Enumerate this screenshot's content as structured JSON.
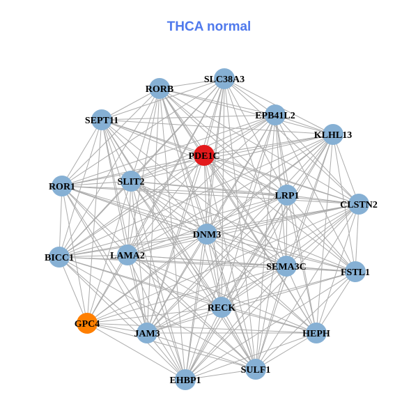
{
  "title": "THCA normal",
  "colors": {
    "title": "#4F79EC",
    "node_default": "#86B0D4",
    "node_red": "#E31A1C",
    "node_orange": "#FF7F00",
    "edge": "#ABABAB"
  },
  "nodes": [
    {
      "label": "SLC38A3",
      "color": "default"
    },
    {
      "label": "RORB",
      "color": "default"
    },
    {
      "label": "EPB41L2",
      "color": "default"
    },
    {
      "label": "SEPT11",
      "color": "default"
    },
    {
      "label": "KLHL13",
      "color": "default"
    },
    {
      "label": "PDE1C",
      "color": "red"
    },
    {
      "label": "SLIT2",
      "color": "default"
    },
    {
      "label": "ROR1",
      "color": "default"
    },
    {
      "label": "LRP1",
      "color": "default"
    },
    {
      "label": "CLSTN2",
      "color": "default"
    },
    {
      "label": "DNM3",
      "color": "default"
    },
    {
      "label": "LAMA2",
      "color": "default"
    },
    {
      "label": "BICC1",
      "color": "default"
    },
    {
      "label": "SEMA3C",
      "color": "default"
    },
    {
      "label": "FSTL1",
      "color": "default"
    },
    {
      "label": "RECK",
      "color": "default"
    },
    {
      "label": "GPC4",
      "color": "orange"
    },
    {
      "label": "JAM3",
      "color": "default"
    },
    {
      "label": "HEPH",
      "color": "default"
    },
    {
      "label": "SULF1",
      "color": "default"
    },
    {
      "label": "EHBP1",
      "color": "default"
    }
  ],
  "edges": {
    "0": [
      1,
      2,
      3,
      4,
      5,
      6,
      7,
      8,
      9,
      10,
      11,
      12,
      13,
      15,
      16,
      17,
      19,
      20
    ],
    "1": [
      2,
      3,
      4,
      5,
      6,
      7,
      8,
      9,
      10,
      11,
      12,
      13,
      14,
      15,
      17,
      18,
      19,
      20
    ],
    "2": [
      3,
      4,
      5,
      6,
      7,
      8,
      9,
      10,
      11,
      12,
      13,
      14,
      15,
      17,
      18,
      19,
      20
    ],
    "3": [
      4,
      5,
      6,
      7,
      8,
      9,
      10,
      11,
      12,
      13,
      15,
      16,
      17,
      19,
      20
    ],
    "4": [
      5,
      6,
      7,
      8,
      9,
      10,
      11,
      12,
      13,
      14,
      15,
      16,
      17,
      18,
      19,
      20
    ],
    "5": [
      6,
      7,
      8,
      9,
      10,
      11,
      12,
      13,
      14,
      15,
      17,
      18,
      19
    ],
    "6": [
      7,
      8,
      9,
      10,
      11,
      12,
      13,
      14,
      15,
      16,
      17,
      18,
      19,
      20
    ],
    "7": [
      8,
      9,
      10,
      11,
      12,
      13,
      14,
      16,
      17,
      19,
      20
    ],
    "8": [
      9,
      10,
      11,
      12,
      13,
      14,
      15,
      17,
      18,
      19,
      20
    ],
    "9": [
      10,
      11,
      12,
      13,
      14,
      15,
      16,
      17,
      18,
      19,
      20
    ],
    "10": [
      11,
      12,
      13,
      14,
      15,
      16,
      17,
      18,
      19,
      20
    ],
    "11": [
      12,
      13,
      14,
      15,
      16,
      17,
      18,
      19,
      20
    ],
    "12": [
      13,
      14,
      15,
      16,
      17,
      18,
      19,
      20
    ],
    "13": [
      14,
      15,
      16,
      17,
      18,
      19,
      20
    ],
    "14": [
      15,
      17,
      18,
      19,
      20
    ],
    "15": [
      16,
      17,
      18,
      19,
      20
    ],
    "16": [
      17,
      18,
      19,
      20
    ],
    "17": [
      18,
      19,
      20
    ],
    "18": [
      19,
      20
    ],
    "19": [
      20
    ]
  }
}
